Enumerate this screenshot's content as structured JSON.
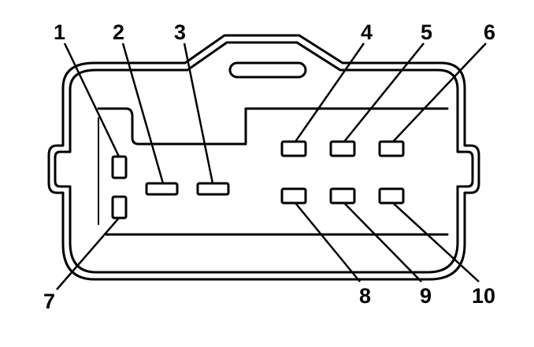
{
  "connector": {
    "outline_color": "#000000",
    "background_color": "#ffffff",
    "pins": [
      {
        "id": "1",
        "label": "1"
      },
      {
        "id": "2",
        "label": "2"
      },
      {
        "id": "3",
        "label": "3"
      },
      {
        "id": "4",
        "label": "4"
      },
      {
        "id": "5",
        "label": "5"
      },
      {
        "id": "6",
        "label": "6"
      },
      {
        "id": "7",
        "label": "7"
      },
      {
        "id": "8",
        "label": "8"
      },
      {
        "id": "9",
        "label": "9"
      },
      {
        "id": "10",
        "label": "10"
      }
    ]
  }
}
